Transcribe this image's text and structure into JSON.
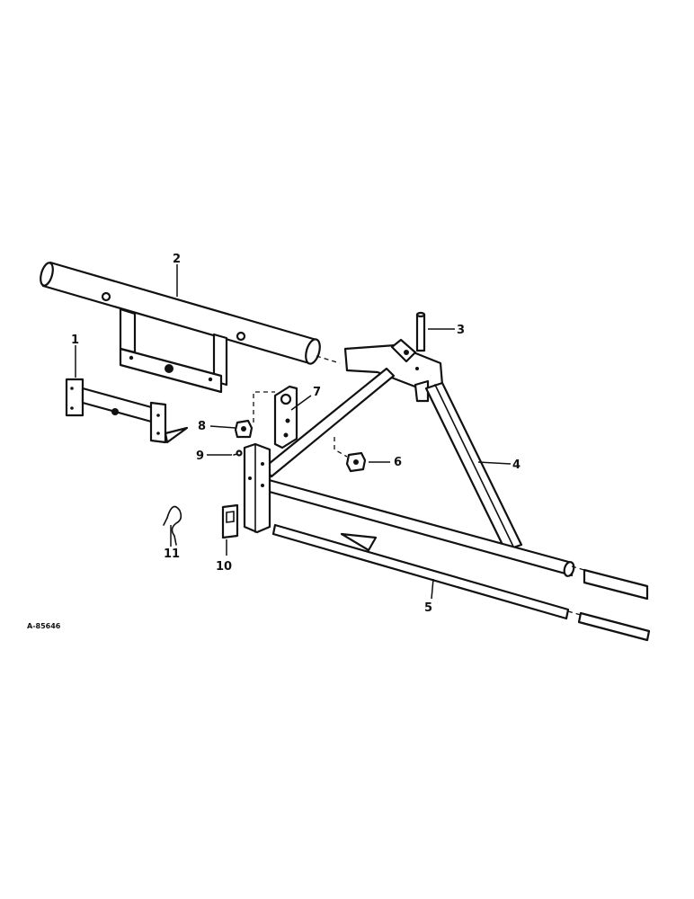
{
  "diagram": {
    "reference_code": "A-85646",
    "callouts": [
      "1",
      "2",
      "3",
      "4",
      "5",
      "6",
      "7",
      "8",
      "9",
      "10",
      "11"
    ],
    "ink_color": "#111111",
    "background_color": "#ffffff"
  }
}
